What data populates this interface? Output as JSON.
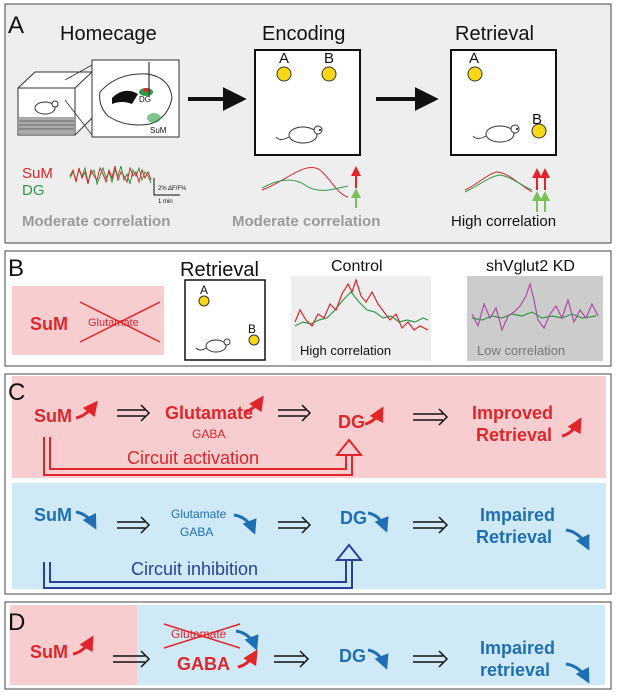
{
  "colors": {
    "red": "#e0262b",
    "green": "#2e9a45",
    "blue": "#1f6fb4",
    "navy": "#2c3f99",
    "pink_bg": "#f8cdd0",
    "blue_bg": "#cfe9f7",
    "panel_gray": "#eeeeee",
    "gray_text": "#9a9a9a",
    "yellow": "#f6d818",
    "purple": "#b04aa8"
  },
  "panel_a": {
    "letter": "A",
    "homecage_title": "Homecage",
    "encoding_title": "Encoding",
    "retrieval_title": "Retrieval",
    "dg_region": "DG",
    "sum_region": "SuM",
    "legend_sum": "SuM",
    "legend_dg": "DG",
    "scale_dff": "2% ΔF/F%",
    "scale_time": "1 min",
    "encoding_obj_a": "A",
    "encoding_obj_b": "B",
    "retrieval_obj_a": "A",
    "retrieval_obj_b": "B",
    "homecage_corr": "Moderate correlation",
    "encoding_corr": "Moderate correlation",
    "retrieval_corr": "High correlation"
  },
  "panel_b": {
    "letter": "B",
    "sum": "SuM",
    "glutamate": "Glutamate",
    "retrieval_title": "Retrieval",
    "obj_a": "A",
    "obj_b": "B",
    "control_title": "Control",
    "control_corr": "High correlation",
    "kd_title": "shVglut2 KD",
    "kd_corr": "Low correlation"
  },
  "panel_c": {
    "letter": "C",
    "top_sum": "SuM",
    "top_glutamate": "Glutamate",
    "top_gaba": "GABA",
    "top_dg": "DG",
    "top_out1": "Improved",
    "top_out2": "Retrieval",
    "top_circuit": "Circuit activation",
    "bottom_sum": "SuM",
    "bottom_glutamate": "Glutamate",
    "bottom_gaba": "GABA",
    "bottom_dg": "DG",
    "bottom_out1": "Impaired",
    "bottom_out2": "Retrieval",
    "bottom_circuit": "Circuit inhibition"
  },
  "panel_d": {
    "letter": "D",
    "sum": "SuM",
    "glutamate": "Glutamate",
    "gaba": "GABA",
    "dg": "DG",
    "out1": "Impaired",
    "out2": "retrieval"
  }
}
